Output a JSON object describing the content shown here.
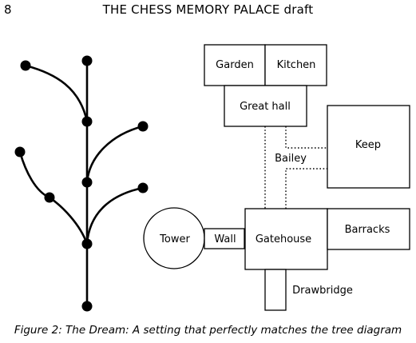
{
  "header": {
    "page_number": "8",
    "running_title": "THE CHESS MEMORY PALACE draft"
  },
  "map": {
    "rooms": {
      "garden": "Garden",
      "kitchen": "Kitchen",
      "great_hall": "Great hall",
      "keep": "Keep",
      "bailey": "Bailey",
      "tower": "Tower",
      "wall": "Wall",
      "gatehouse": "Gatehouse",
      "barracks": "Barracks",
      "drawbridge": "Drawbridge"
    }
  },
  "caption": "Figure 2: The Dream: A setting that perfectly matches the tree diagram"
}
